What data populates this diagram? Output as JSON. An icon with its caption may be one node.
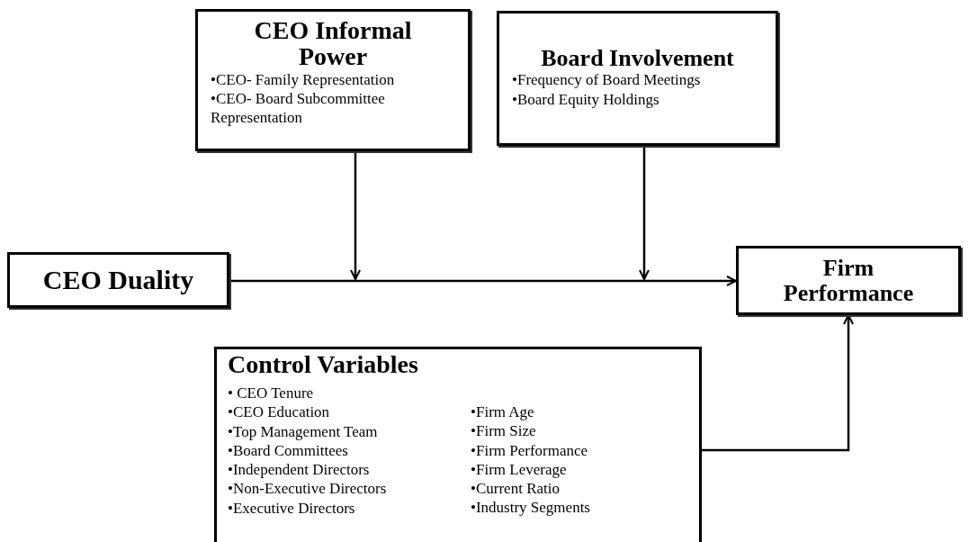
{
  "diagram": {
    "nodes": [
      {
        "text": [
          "CEO Informal Power",
          "•CEO- Family Representation",
          "•CEO- Board Subcommittee Representation"
        ]
      },
      {
        "text": [
          "Board Involvement",
          "•Frequency of Board Meetings",
          "•Board Equity Holdings"
        ]
      },
      {
        "text": [
          "CEO Duality"
        ]
      },
      {
        "text": [
          "Firm Performance"
        ]
      },
      {
        "text": [
          "Control Variables",
          "• CEO Tenure",
          "•CEO Education",
          "•Top Management Team",
          "•Board Committees",
          "•Independent Directors",
          "•Non-Executive Directors",
          "•Executive Directors",
          "•Firm Age",
          "•Firm Size",
          "•Firm Performance",
          "•Firm Leverage",
          "•Current Ratio",
          "•Industry Segments"
        ]
      }
    ],
    "edges": [
      {
        "from": 0,
        "to": null,
        "arrow": "to"
      },
      {
        "from": 1,
        "to": null,
        "arrow": "to"
      },
      {
        "from": 2,
        "to": 3,
        "arrow": "to"
      },
      {
        "from": 4,
        "to": 3,
        "arrow": "to"
      }
    ]
  }
}
